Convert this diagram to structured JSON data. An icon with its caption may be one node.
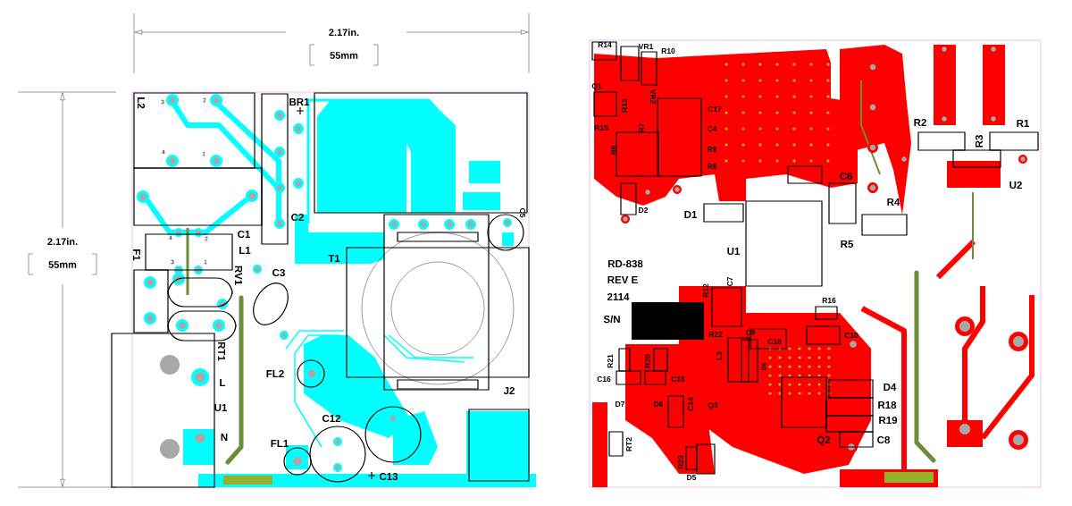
{
  "diagram": {
    "labels": [
      "2.17in.",
      "55mm",
      "2.17in.",
      "55mm",
      "L2",
      "3",
      "2",
      "4",
      "1",
      "BR1",
      "C2",
      "C1",
      "L1",
      "4",
      "2",
      "3",
      "1",
      "F1",
      "RV1",
      "C3",
      "T1",
      "C5",
      "RT1",
      "L",
      "U1",
      "N",
      "FL2",
      "J2",
      "C12",
      "FL1",
      "C13",
      "R14",
      "VR1",
      "R10",
      "Q1",
      "R13",
      "VR2",
      "C17",
      "R15",
      "R7",
      "C4",
      "R6",
      "R9",
      "R8",
      "D2",
      "C6",
      "D1",
      "R2",
      "R1",
      "R3",
      "U2",
      "R4",
      "R5",
      "U1",
      "RD-838",
      "REV E",
      "2114",
      "S/N",
      "R12",
      "C7",
      "R16",
      "R22",
      "C9",
      "C10",
      "L3",
      "C18",
      "D8",
      "R21",
      "R20",
      "C16",
      "C15",
      "D7",
      "D6",
      "C14",
      "Q3",
      "D4",
      "R18",
      "R19",
      "C8",
      "Q2",
      "RT2",
      "R23",
      "D5"
    ]
  }
}
